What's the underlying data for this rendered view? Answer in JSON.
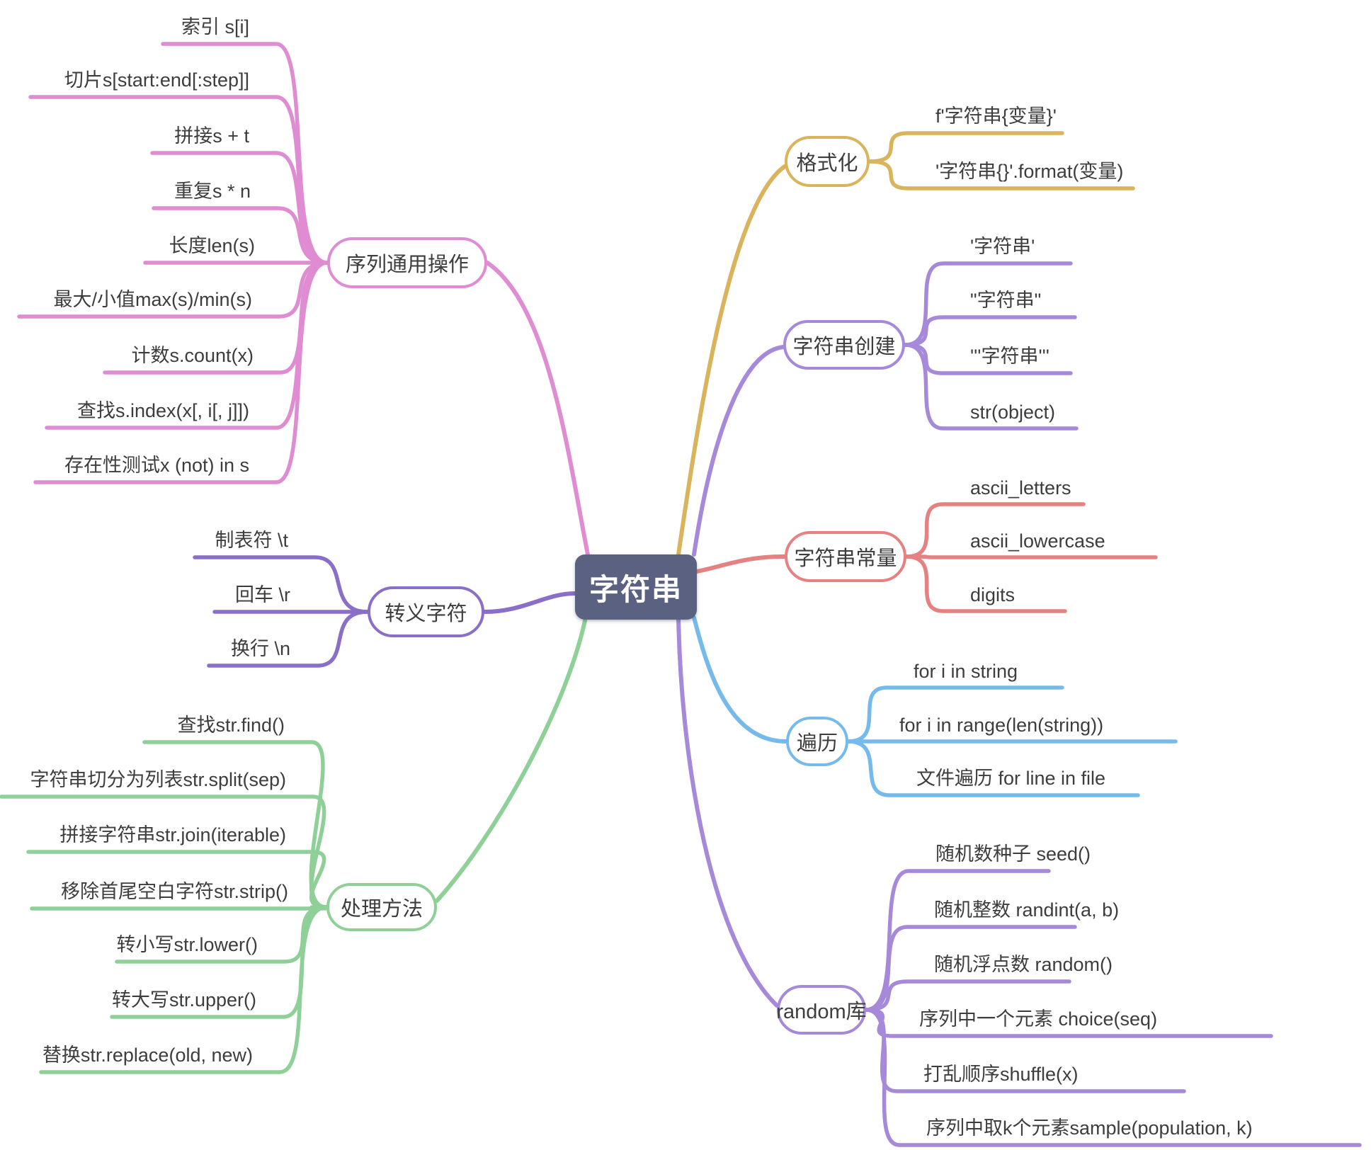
{
  "title": "字符串",
  "colors": {
    "background": "#ffffff",
    "center_bg": "#5b6180",
    "center_text": "#ffffff",
    "text": "#3d3d3d"
  },
  "branches": [
    {
      "id": "seq",
      "label": "序列通用操作",
      "color": "#e08cd2",
      "children": [
        "索引 s[i]",
        "切片s[start:end[:step]]",
        "拼接s + t",
        "重复s * n",
        "长度len(s)",
        "最大/小值max(s)/min(s)",
        "计数s.count(x)",
        "查找s.index(x[, i[, j]])",
        "存在性测试x (not) in s"
      ]
    },
    {
      "id": "escape",
      "label": "转义字符",
      "color": "#8a6fc8",
      "children": [
        "制表符 \\t",
        "回车 \\r",
        "换行 \\n"
      ]
    },
    {
      "id": "process",
      "label": "处理方法",
      "color": "#8fd098",
      "children": [
        "查找str.find()",
        "字符串切分为列表str.split(sep)",
        "拼接字符串str.join(iterable)",
        "移除首尾空白字符str.strip()",
        "转小写str.lower()",
        "转大写str.upper()",
        "替换str.replace(old, new)"
      ]
    },
    {
      "id": "format",
      "label": "格式化",
      "color": "#d9b45c",
      "children": [
        "f'字符串{变量}'",
        "'字符串{}'.format(变量)"
      ]
    },
    {
      "id": "create",
      "label": "字符串创建",
      "color": "#a689d9",
      "children": [
        "'字符串'",
        "\"字符串\"",
        "'''字符串'''",
        "str(object)"
      ]
    },
    {
      "id": "const",
      "label": "字符串常量",
      "color": "#e68181",
      "children": [
        "ascii_letters",
        "ascii_lowercase",
        "digits"
      ]
    },
    {
      "id": "iterate",
      "label": "遍历",
      "color": "#76baeb",
      "children": [
        "for i in string",
        "for i in range(len(string))",
        "文件遍历 for line in file"
      ]
    },
    {
      "id": "random",
      "label": "random库",
      "color": "#a689d9",
      "children": [
        "随机数种子 seed()",
        "随机整数 randint(a, b)",
        "随机浮点数 random()",
        "序列中一个元素 choice(seq)",
        "打乱顺序shuffle(x)",
        "序列中取k个元素sample(population, k)"
      ]
    }
  ]
}
